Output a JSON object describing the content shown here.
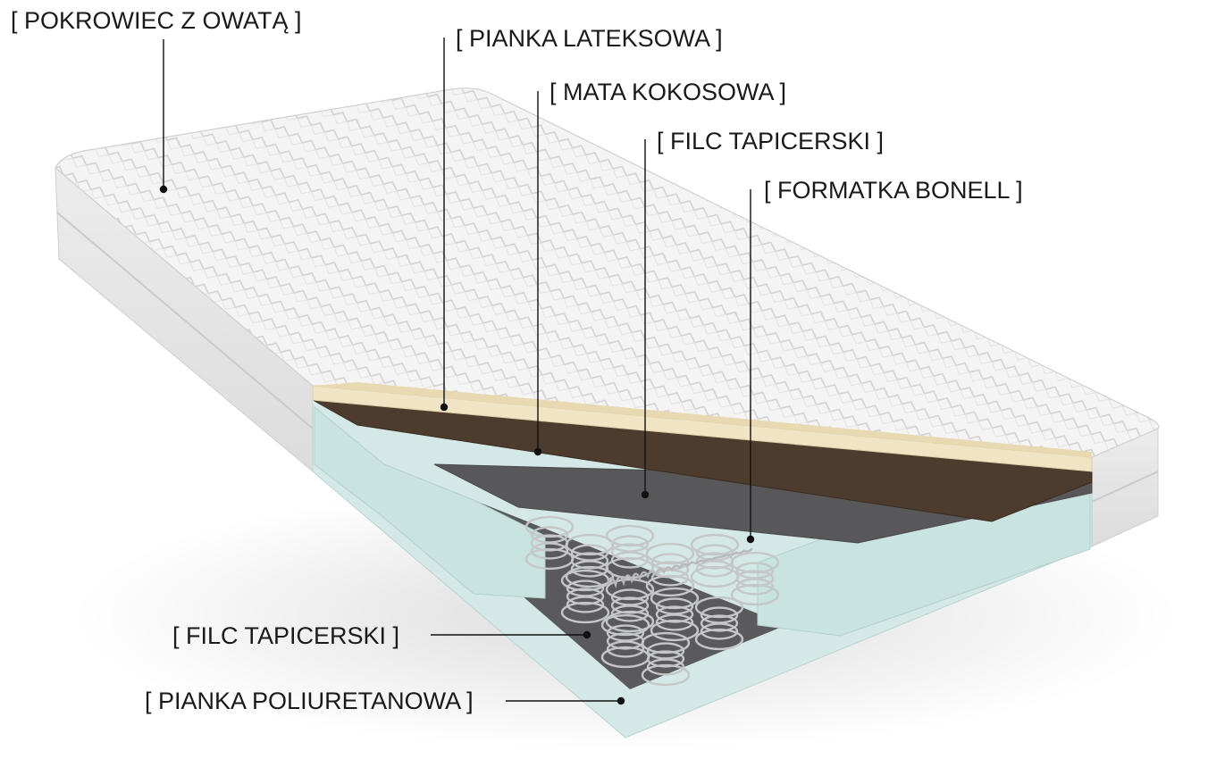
{
  "labels": {
    "cover": "[ POKROWIEC Z OWATĄ ]",
    "latex_foam": "[ PIANKA LATEKSOWA ]",
    "coconut_mat": "[ MATA KOKOSOWA ]",
    "felt_top": "[ FILC TAPICERSKI ]",
    "bonell": "[ FORMATKA BONELL ]",
    "felt_bottom": "[ FILC TAPICERSKI ]",
    "pu_foam": "[ PIANKA POLIURETANOWA ]"
  },
  "colors": {
    "cover": "#f1f1f1",
    "latex_foam": "#efe3c4",
    "coconut_mat": "#4a3a2c",
    "felt": "#565558",
    "pu_foam": "#d4e9e7",
    "spring": "#c4c6c8",
    "leader_line": "#111111"
  }
}
